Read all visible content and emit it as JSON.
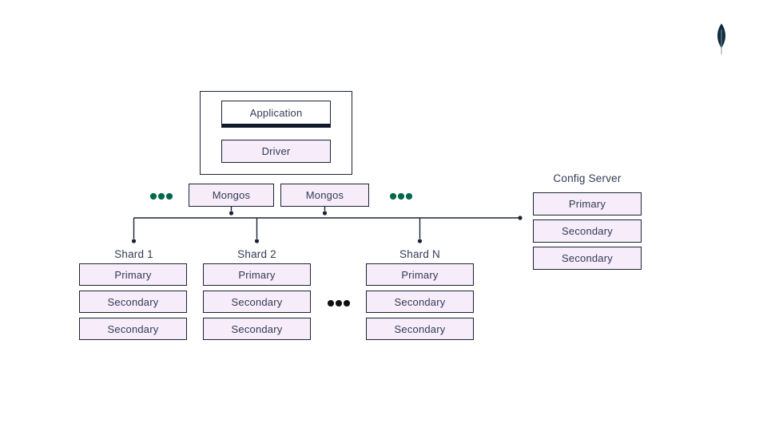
{
  "logo": {
    "icon": "mongodb-leaf-icon"
  },
  "app_stack": {
    "application_label": "Application",
    "driver_label": "Driver"
  },
  "routers": {
    "mongos_1_label": "Mongos",
    "mongos_2_label": "Mongos",
    "left_ellipsis_icon": "ellipsis-more-mongos",
    "right_ellipsis_icon": "ellipsis-more-mongos"
  },
  "shards": [
    {
      "label": "Shard 1",
      "nodes": [
        "Primary",
        "Secondary",
        "Secondary"
      ]
    },
    {
      "label": "Shard 2",
      "nodes": [
        "Primary",
        "Secondary",
        "Secondary"
      ]
    },
    {
      "label": "Shard N",
      "nodes": [
        "Primary",
        "Secondary",
        "Secondary"
      ]
    }
  ],
  "shards_ellipsis_icon": "ellipsis-more-shards",
  "config_server": {
    "label": "Config Server",
    "nodes": [
      "Primary",
      "Secondary",
      "Secondary"
    ]
  },
  "colors": {
    "node_fill": "#f6ecfa",
    "stroke": "#1b2334",
    "text": "#343b54",
    "green_dots": "#00684a",
    "black_dots": "#111111",
    "leaf": "#0e2d40"
  }
}
